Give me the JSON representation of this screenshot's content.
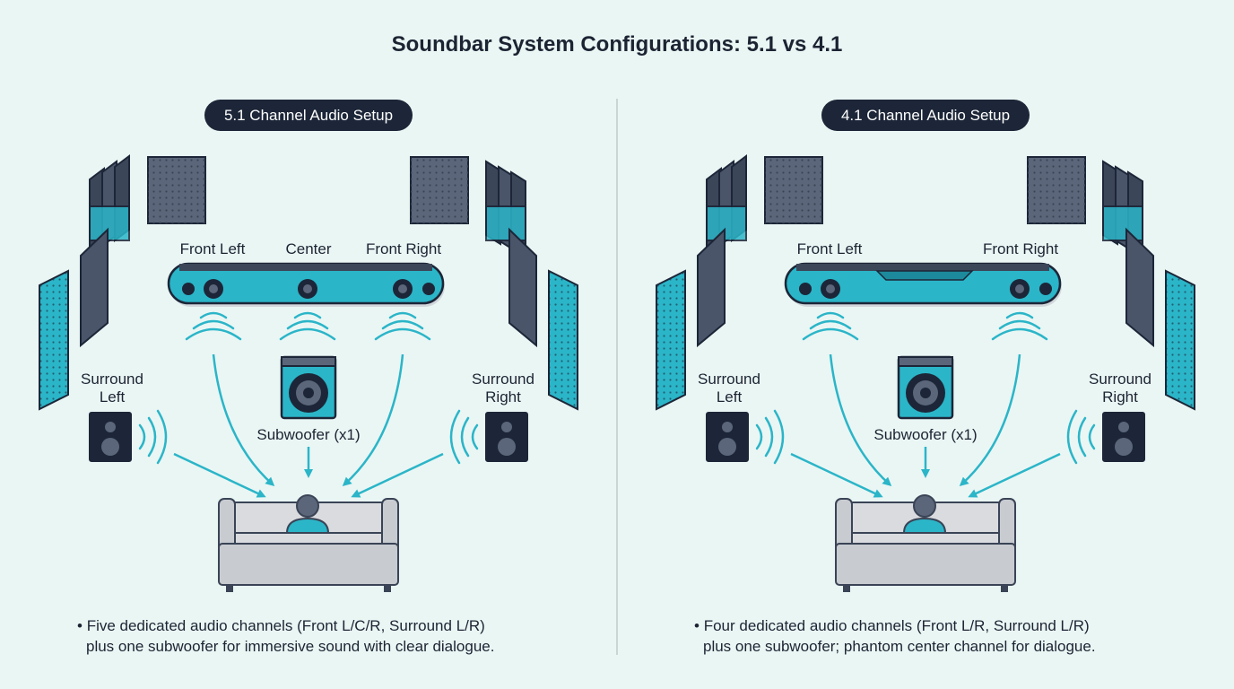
{
  "title": "Soundbar System Configurations: 5.1 vs 4.1",
  "colors": {
    "accent": "#2bb5c8",
    "dark": "#2a3344",
    "panel_dark": "#1c2638",
    "background": "#eaf6f4",
    "couch": "#c8cbd0"
  },
  "panels": [
    {
      "heading": "5.1 Channel Audio Setup",
      "labels": {
        "front_left": "Front Left",
        "center": "Center",
        "front_right": "Front Right",
        "surround_left": [
          "Surround",
          "Left"
        ],
        "surround_right": [
          "Surround",
          "Right"
        ],
        "subwoofer": "Subwoofer (x1)"
      },
      "description": [
        "Five dedicated audio channels (Front L/C/R, Surround L/R)",
        "plus one subwoofer for immersive sound with clear dialogue."
      ]
    },
    {
      "heading": "4.1 Channel Audio Setup",
      "labels": {
        "front_left": "Front Left",
        "front_right": "Front Right",
        "surround_left": [
          "Surround",
          "Left"
        ],
        "surround_right": [
          "Surround",
          "Right"
        ],
        "subwoofer": "Subwoofer (x1)"
      },
      "description": [
        "Four dedicated audio channels (Front L/R, Surround L/R)",
        "plus one subwoofer; phantom center channel for dialogue."
      ]
    }
  ]
}
